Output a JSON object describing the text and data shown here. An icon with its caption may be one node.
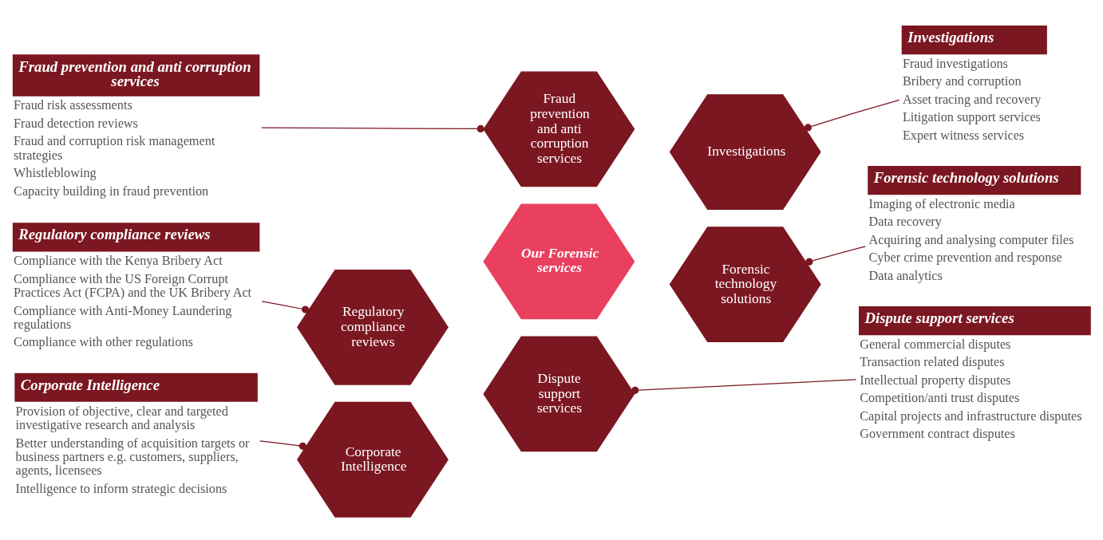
{
  "diagram": {
    "nodes": [
      {
        "text": [
          "Fraud prevention and anti corruption services"
        ],
        "beside": [
          "Fraud risk assessments",
          "Fraud detection reviews",
          "Fraud and corruption risk management strategies",
          "Whistleblowing",
          "Capacity building in fraud prevention"
        ]
      },
      {
        "text": [
          "Investigations"
        ],
        "beside": [
          "Fraud investigations",
          "Bribery and corruption",
          "Asset tracing and recovery",
          "Litigation support services",
          "Expert witness services"
        ]
      },
      {
        "text": [
          "Fraud prevention and anti corruption services"
        ]
      },
      {
        "text": [
          "Regulatory compliance reviews"
        ]
      },
      {
        "text": [
          "Investigations"
        ]
      },
      {
        "text": [
          "Forensic technology solutions"
        ],
        "beside": [
          "Imaging of electronic media",
          "Data recovery",
          "Acquiring and analysing computer files",
          "Cyber crime prevention and response",
          "Data analytics"
        ]
      },
      {
        "text": [
          "Regulatory compliance reviews"
        ],
        "beside": [
          "Compliance with the Kenya Bribery Act",
          "Compliance with the US Foreign Corrupt Practices Act (FCPA) and the UK Bribery Act",
          "Compliance with Anti-Money Laundering regulations",
          "Compliance with other regulations"
        ]
      },
      {
        "text": [
          "Our Forensic services"
        ]
      },
      {
        "text": [
          "Corporate Intelligence"
        ]
      },
      {
        "text": [
          "Forensic technology solutions"
        ]
      },
      {
        "text": [
          "Dispute support services"
        ]
      },
      {
        "text": [
          "Dispute support services"
        ],
        "beside": [
          "General commercial disputes",
          "Transaction related disputes",
          "Intellectual property disputes",
          "Competition/anti trust disputes",
          "Capital projects and infrastructure disputes",
          "Government contract disputes"
        ]
      },
      {
        "text": [
          "Corporate Intelligence"
        ],
        "beside": [
          "Provision of objective, clear and targeted investigative research and analysis",
          "Better understanding of acquisition targets or business partners e.g. customers, suppliers, agents, licensees",
          "Intelligence to inform strategic decisions"
        ]
      }
    ],
    "edges": [
      {
        "from": 2,
        "to": 0,
        "arrow": "other"
      },
      {
        "from": 4,
        "to": 1,
        "arrow": "other"
      },
      {
        "from": 3,
        "to": 6,
        "arrow": "other"
      },
      {
        "from": 9,
        "to": 5,
        "arrow": "other"
      },
      {
        "from": 8,
        "to": 12,
        "arrow": "other"
      },
      {
        "from": 10,
        "to": 11,
        "arrow": "other"
      }
    ]
  }
}
